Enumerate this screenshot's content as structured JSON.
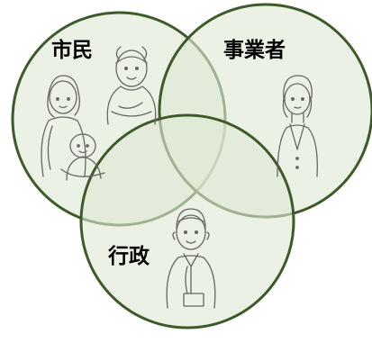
{
  "labels": {
    "citizens": "市民",
    "business": "事業者",
    "government": "行政"
  },
  "colors": {
    "circle_fill": "#dfe9d3",
    "circle_stroke": "#3e5a2b",
    "figure_line": "#555555"
  },
  "illustrations": {
    "citizens": "family-illustration",
    "business": "businesswoman-illustration",
    "government": "civil-servant-illustration"
  }
}
